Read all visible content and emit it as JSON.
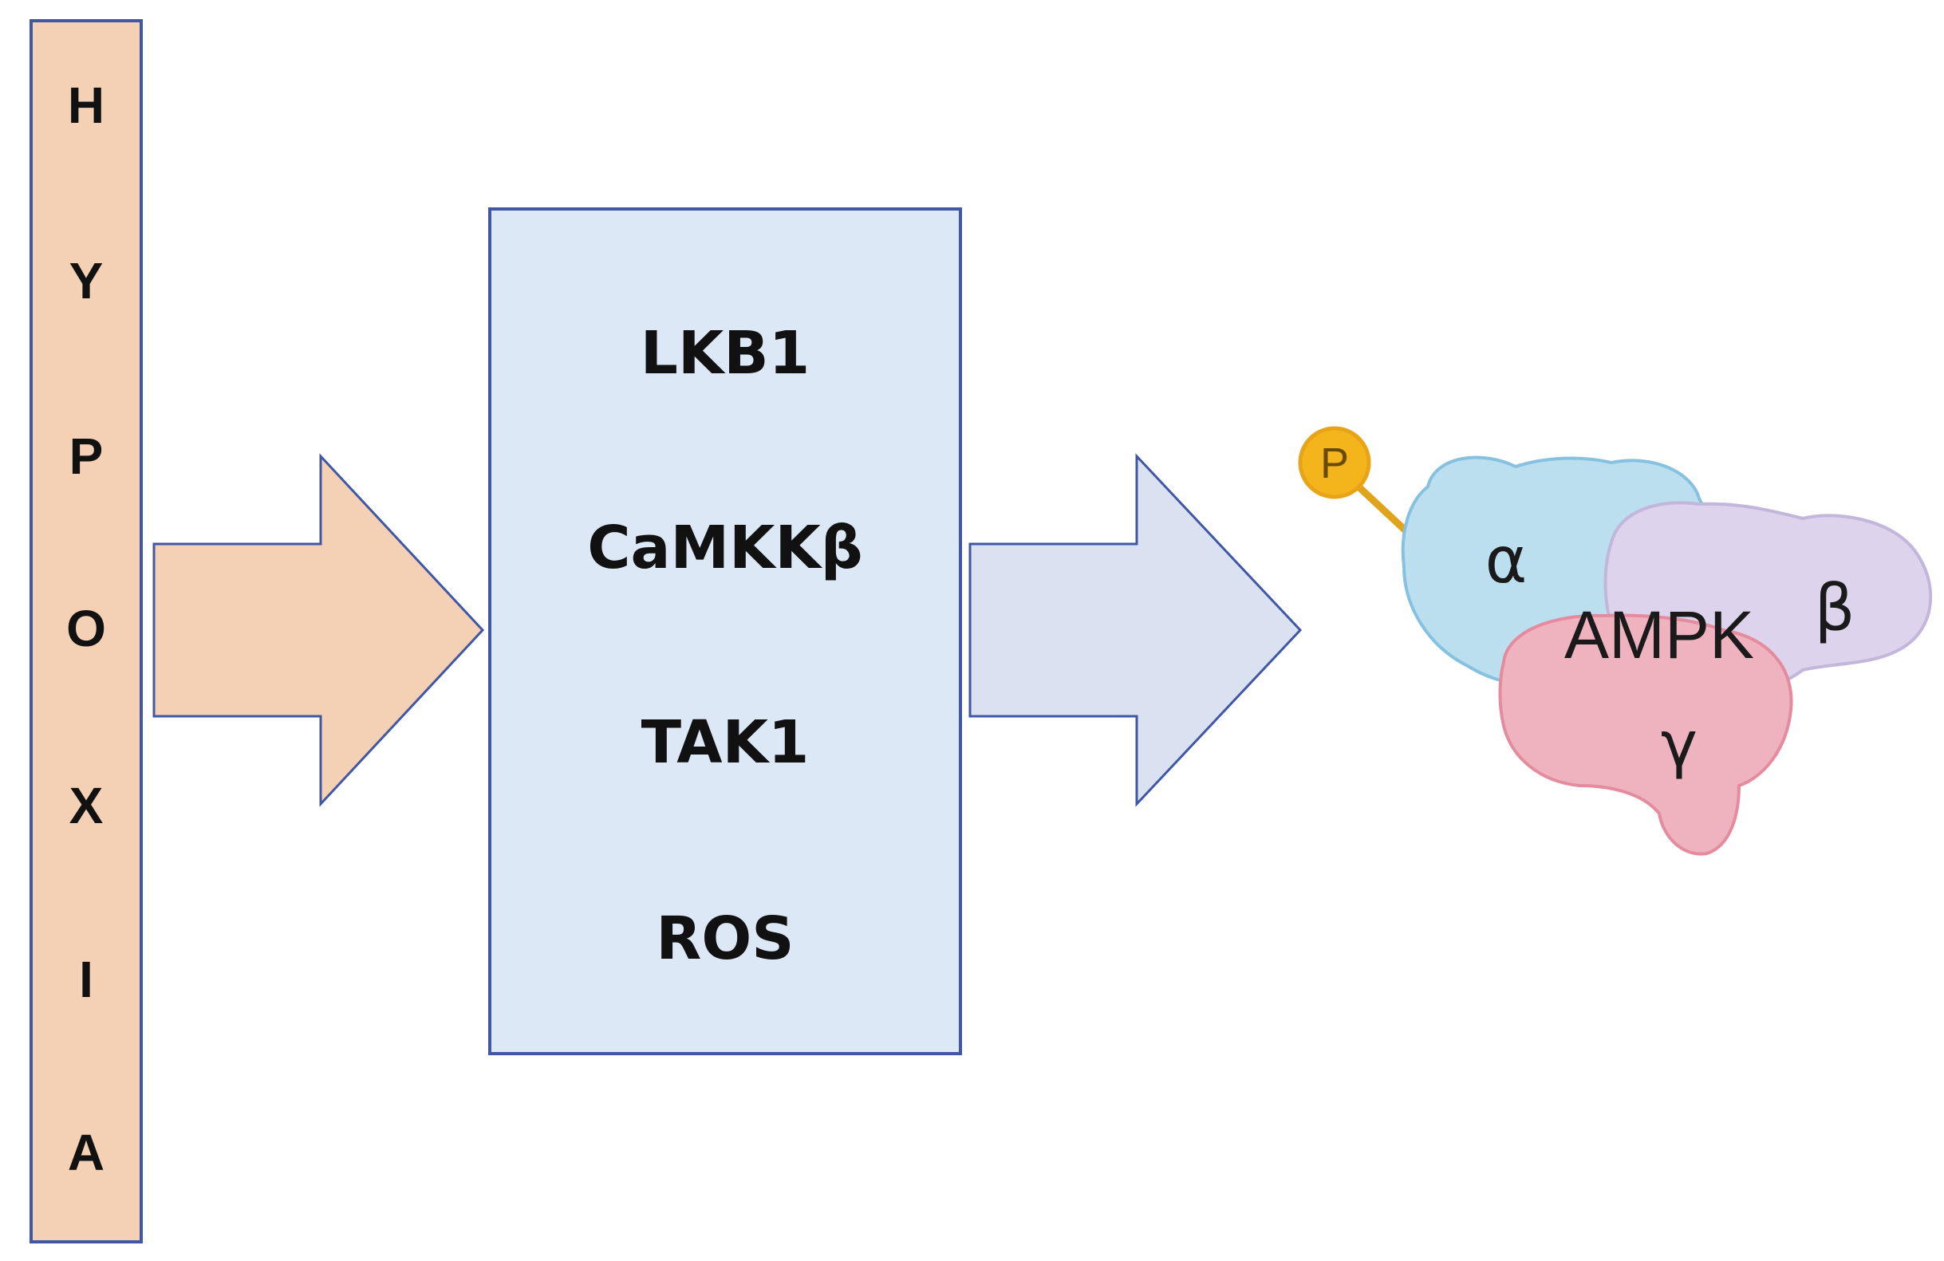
{
  "hypoxia": {
    "letters": [
      "H",
      "Y",
      "P",
      "O",
      "X",
      "I",
      "A"
    ]
  },
  "activators": {
    "items": [
      "LKB1",
      "CaMKKβ",
      "TAK1",
      "ROS"
    ]
  },
  "ampk": {
    "label": "AMPK",
    "alpha": "α",
    "beta": "β",
    "gamma": "γ",
    "phosphate": "P"
  },
  "colors": {
    "hypoxia_fill": "#f4d0b5",
    "border": "#3f57a4",
    "kinase_box_fill": "#dce8f5",
    "arrow_right_fill": "#dae2f2",
    "alpha_fill": "#bcdff0",
    "beta_fill": "#ddd3ec",
    "gamma_fill": "#eeb3bf",
    "phosphate_fill": "#f4b41c"
  }
}
